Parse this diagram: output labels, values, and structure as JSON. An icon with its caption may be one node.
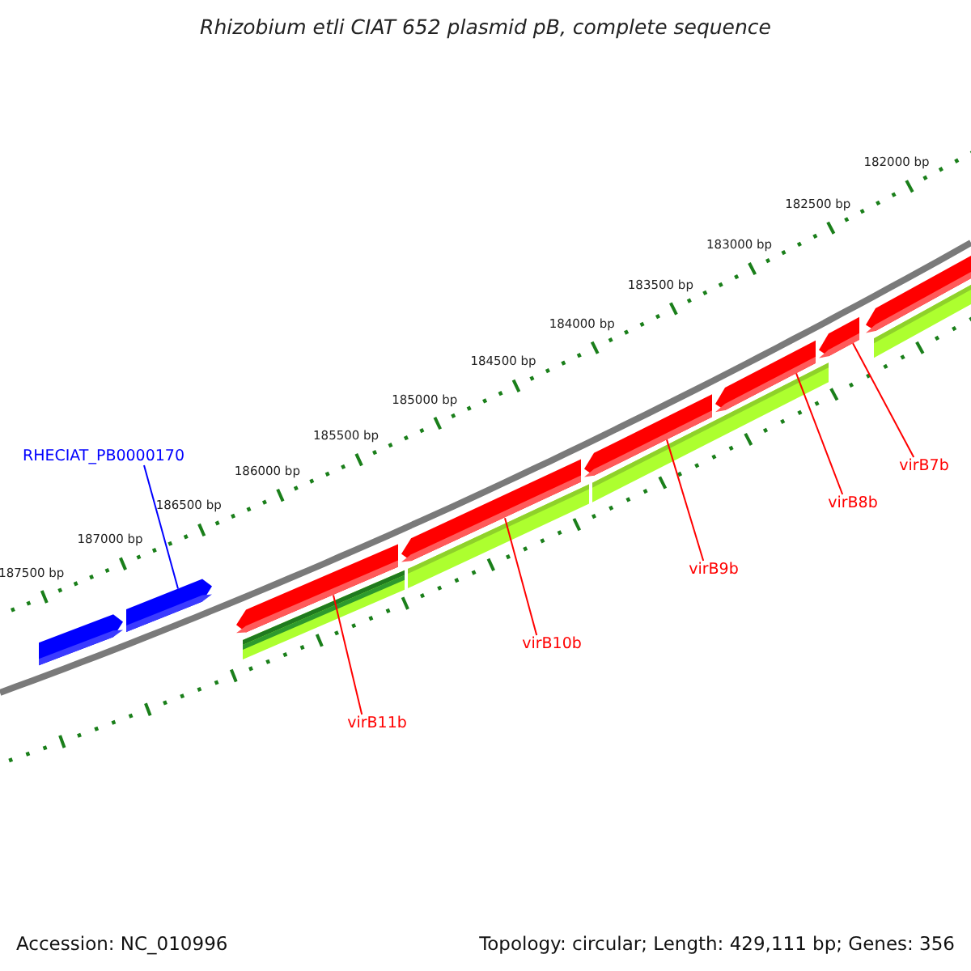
{
  "diagram": {
    "title": "Rhizobium etli CIAT 652 plasmid pB, complete sequence",
    "nodes": [
      {
        "text": [
          "RHECIAT_PB0000170"
        ]
      },
      {
        "text": [],
        "shape": "bar"
      },
      {
        "text": [],
        "shape": "bar"
      },
      {
        "text": [],
        "shape": "bar"
      },
      {
        "text": [],
        "shape": "bar"
      },
      {
        "text": [],
        "shape": "bar"
      },
      {
        "text": [],
        "shape": "bar"
      },
      {
        "text": [],
        "shape": "bar"
      },
      {
        "text": [],
        "shape": "bar"
      },
      {
        "text": [
          "virB7b"
        ]
      },
      {
        "text": [
          "virB8b"
        ]
      },
      {
        "text": [
          "virB9b"
        ]
      },
      {
        "text": [
          "virB10b"
        ]
      },
      {
        "text": [
          "virB11b"
        ]
      }
    ],
    "edges": [
      {
        "from": 0,
        "to": 2,
        "arrow": "none",
        "color": "#0000ff"
      },
      {
        "from": 9,
        "to": 7,
        "arrow": "none"
      },
      {
        "from": 10,
        "to": 6,
        "arrow": "none"
      },
      {
        "from": 11,
        "to": 5,
        "arrow": "none"
      },
      {
        "from": 12,
        "to": 4,
        "arrow": "none"
      },
      {
        "from": 13,
        "to": 3,
        "arrow": "none"
      }
    ],
    "labels": [
      "182000 bp",
      "182500 bp",
      "183000 bp",
      "183500 bp",
      "184000 bp",
      "184500 bp",
      "185000 bp",
      "185500 bp",
      "186000 bp",
      "186500 bp",
      "187000 bp",
      "187500 bp",
      "Accession: NC_010996",
      "Topology: circular; Length: 429,111 bp; Genes: 356"
    ]
  }
}
